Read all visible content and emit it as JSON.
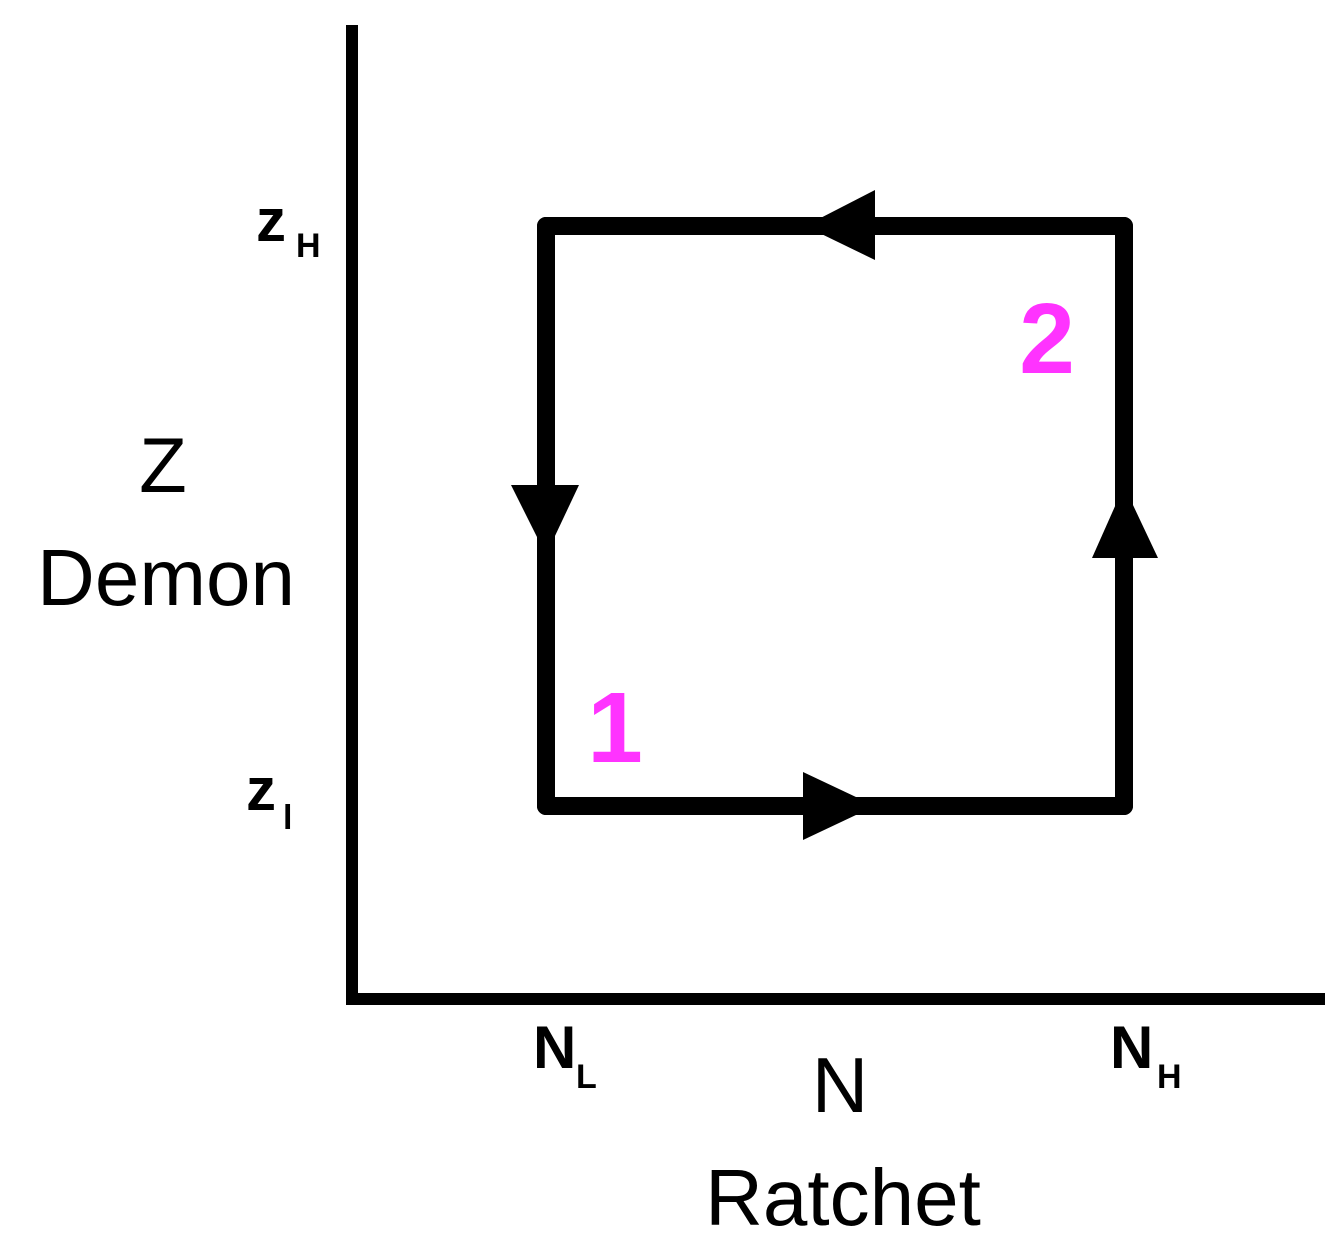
{
  "axes": {
    "y": {
      "symbol": "Z",
      "name": "Demon"
    },
    "x": {
      "symbol": "N",
      "name": "Ratchet"
    }
  },
  "ticks": {
    "y_high": {
      "base": "z",
      "sub": "H"
    },
    "y_low": {
      "base": "z",
      "sub": "l"
    },
    "x_low": {
      "base": "N",
      "sub": "L"
    },
    "x_high": {
      "base": "N",
      "sub": "H"
    }
  },
  "cycle": {
    "direction": "counter-clockwise",
    "stages": [
      {
        "label": "1",
        "color": "#ff33ff",
        "corner": "lower-left"
      },
      {
        "label": "2",
        "color": "#ff33ff",
        "corner": "upper-right"
      }
    ],
    "edges": [
      {
        "from": "N_L, z_l",
        "to": "N_H, z_l"
      },
      {
        "from": "N_H, z_l",
        "to": "N_H, z_H"
      },
      {
        "from": "N_H, z_H",
        "to": "N_L, z_H"
      },
      {
        "from": "N_L, z_H",
        "to": "N_L, z_l"
      }
    ]
  },
  "colors": {
    "line": "#000000",
    "stage_label": "#ff33ff",
    "background": "#ffffff"
  }
}
